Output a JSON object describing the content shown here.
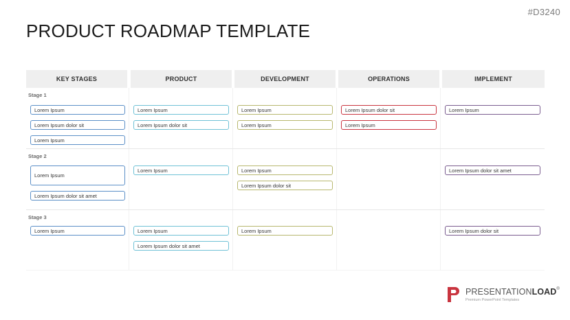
{
  "code": "#D3240",
  "title": "PRODUCT ROADMAP TEMPLATE",
  "columns": [
    "KEY STAGES",
    "PRODUCT",
    "DEVELOPMENT",
    "OPERATIONS",
    "IMPLEMENT"
  ],
  "colors": {
    "key_stages": "#5b8fc7",
    "product": "#6fc1d6",
    "development": "#b7b76e",
    "operations": "#c9343f",
    "implement": "#7a5c8f"
  },
  "stages": [
    {
      "label": "Stage 1",
      "key_stages": [
        "Lorem Ipsum",
        "Lorem Ipsum dolor sit",
        "Lorem Ipsum"
      ],
      "product": [
        "Lorem Ipsum",
        "Lorem Ipsum dolor sit"
      ],
      "development": [
        "Lorem Ipsum",
        "Lorem Ipsum"
      ],
      "operations": [
        "Lorem Ipsum dolor sit",
        "Lorem Ipsum"
      ],
      "implement": [
        "Lorem Ipsum"
      ]
    },
    {
      "label": "Stage 2",
      "key_stages": [
        "Lorem Ipsum",
        "Lorem Ipsum dolor sit amet"
      ],
      "product": [
        "Lorem Ipsum"
      ],
      "development": [
        "Lorem Ipsum",
        "Lorem Ipsum dolor sit"
      ],
      "operations": [],
      "implement": [
        "Lorem Ipsum dolor sit amet"
      ]
    },
    {
      "label": "Stage 3",
      "key_stages": [
        "Lorem Ipsum"
      ],
      "product": [
        "Lorem Ipsum",
        "Lorem Ipsum dolor sit amet"
      ],
      "development": [
        "Lorem Ipsum"
      ],
      "operations": [],
      "implement": [
        "Lorem Ipsum dolor sit"
      ]
    }
  ],
  "logo": {
    "name_light": "PRESENTATION",
    "name_bold": "LOAD",
    "registered": "®",
    "tagline": "Premium PowerPoint Templates",
    "icon": "presentationload-logo-icon",
    "brand_color": "#c9343f"
  }
}
